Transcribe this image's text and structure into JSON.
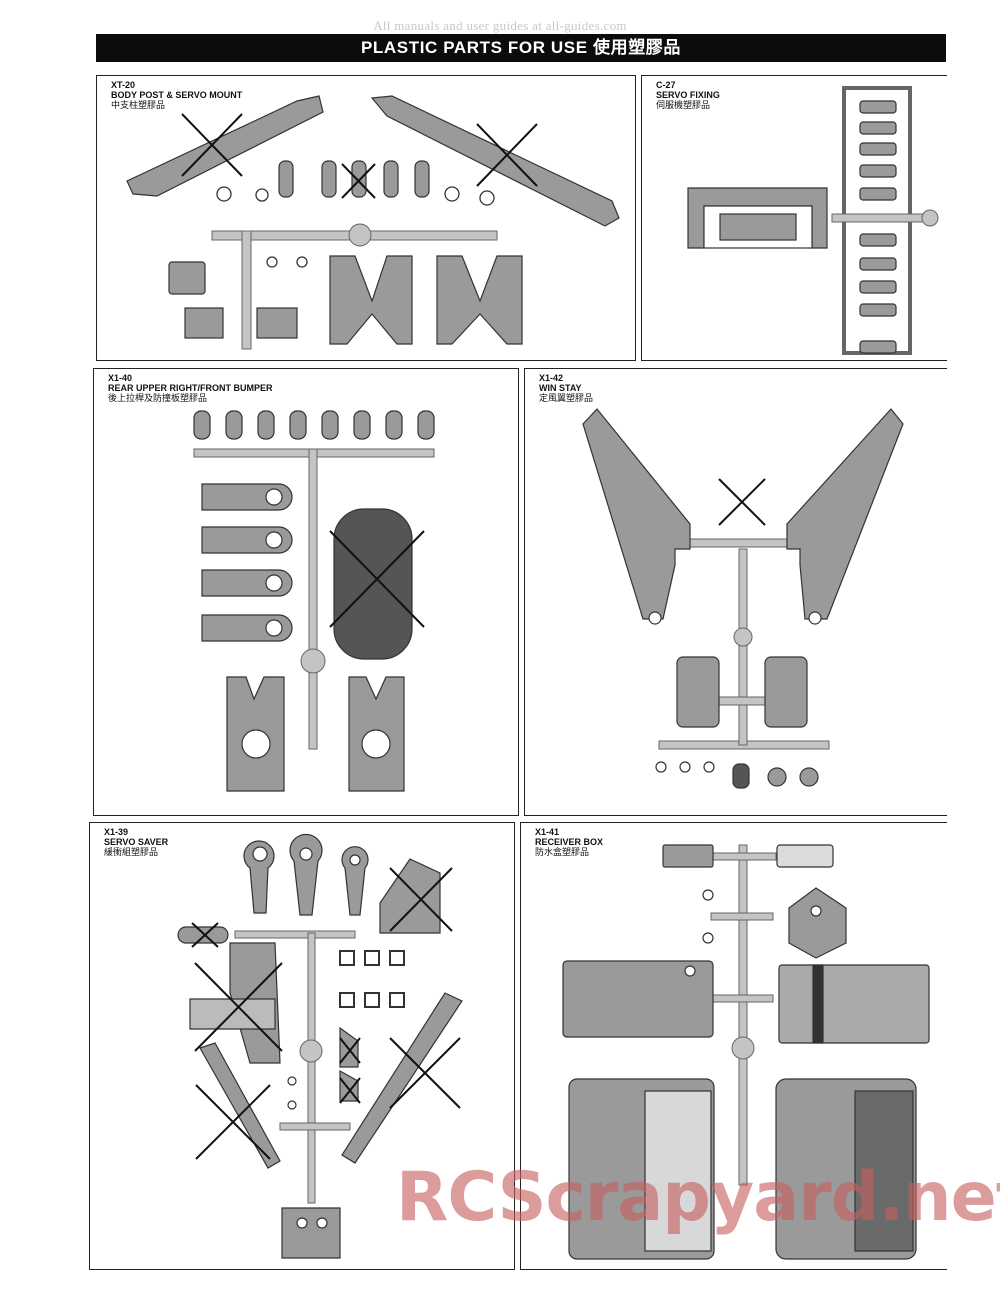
{
  "site_header": "All manuals and user guides at all-guides.com",
  "page_title": "PLASTIC PARTS FOR USE  使用塑膠品",
  "panels": [
    {
      "code": "XT-20",
      "name": "BODY POST & SERVO MOUNT",
      "name_cn": "中支柱塑膠品"
    },
    {
      "code": "C-27",
      "name": "SERVO FIXING",
      "name_cn": "伺服機塑膠品"
    },
    {
      "code": "X1-40",
      "name": "REAR UPPER RIGHT/FRONT BUMPER",
      "name_cn": "後上拉桿及防撞板塑膠品"
    },
    {
      "code": "X1-42",
      "name": "WIN STAY",
      "name_cn": "定風翼塑膠品"
    },
    {
      "code": "X1-39",
      "name": "SERVO SAVER",
      "name_cn": "緩衝組塑膠品"
    },
    {
      "code": "X1-41",
      "name": "RECEIVER BOX",
      "name_cn": "防水盒塑膠品"
    }
  ],
  "watermark": "RCScrapyard.net",
  "colors": {
    "part_fill": "#9a9a9a",
    "part_dark": "#555555",
    "sprue": "#c4c4c4",
    "cross": "#111111"
  }
}
